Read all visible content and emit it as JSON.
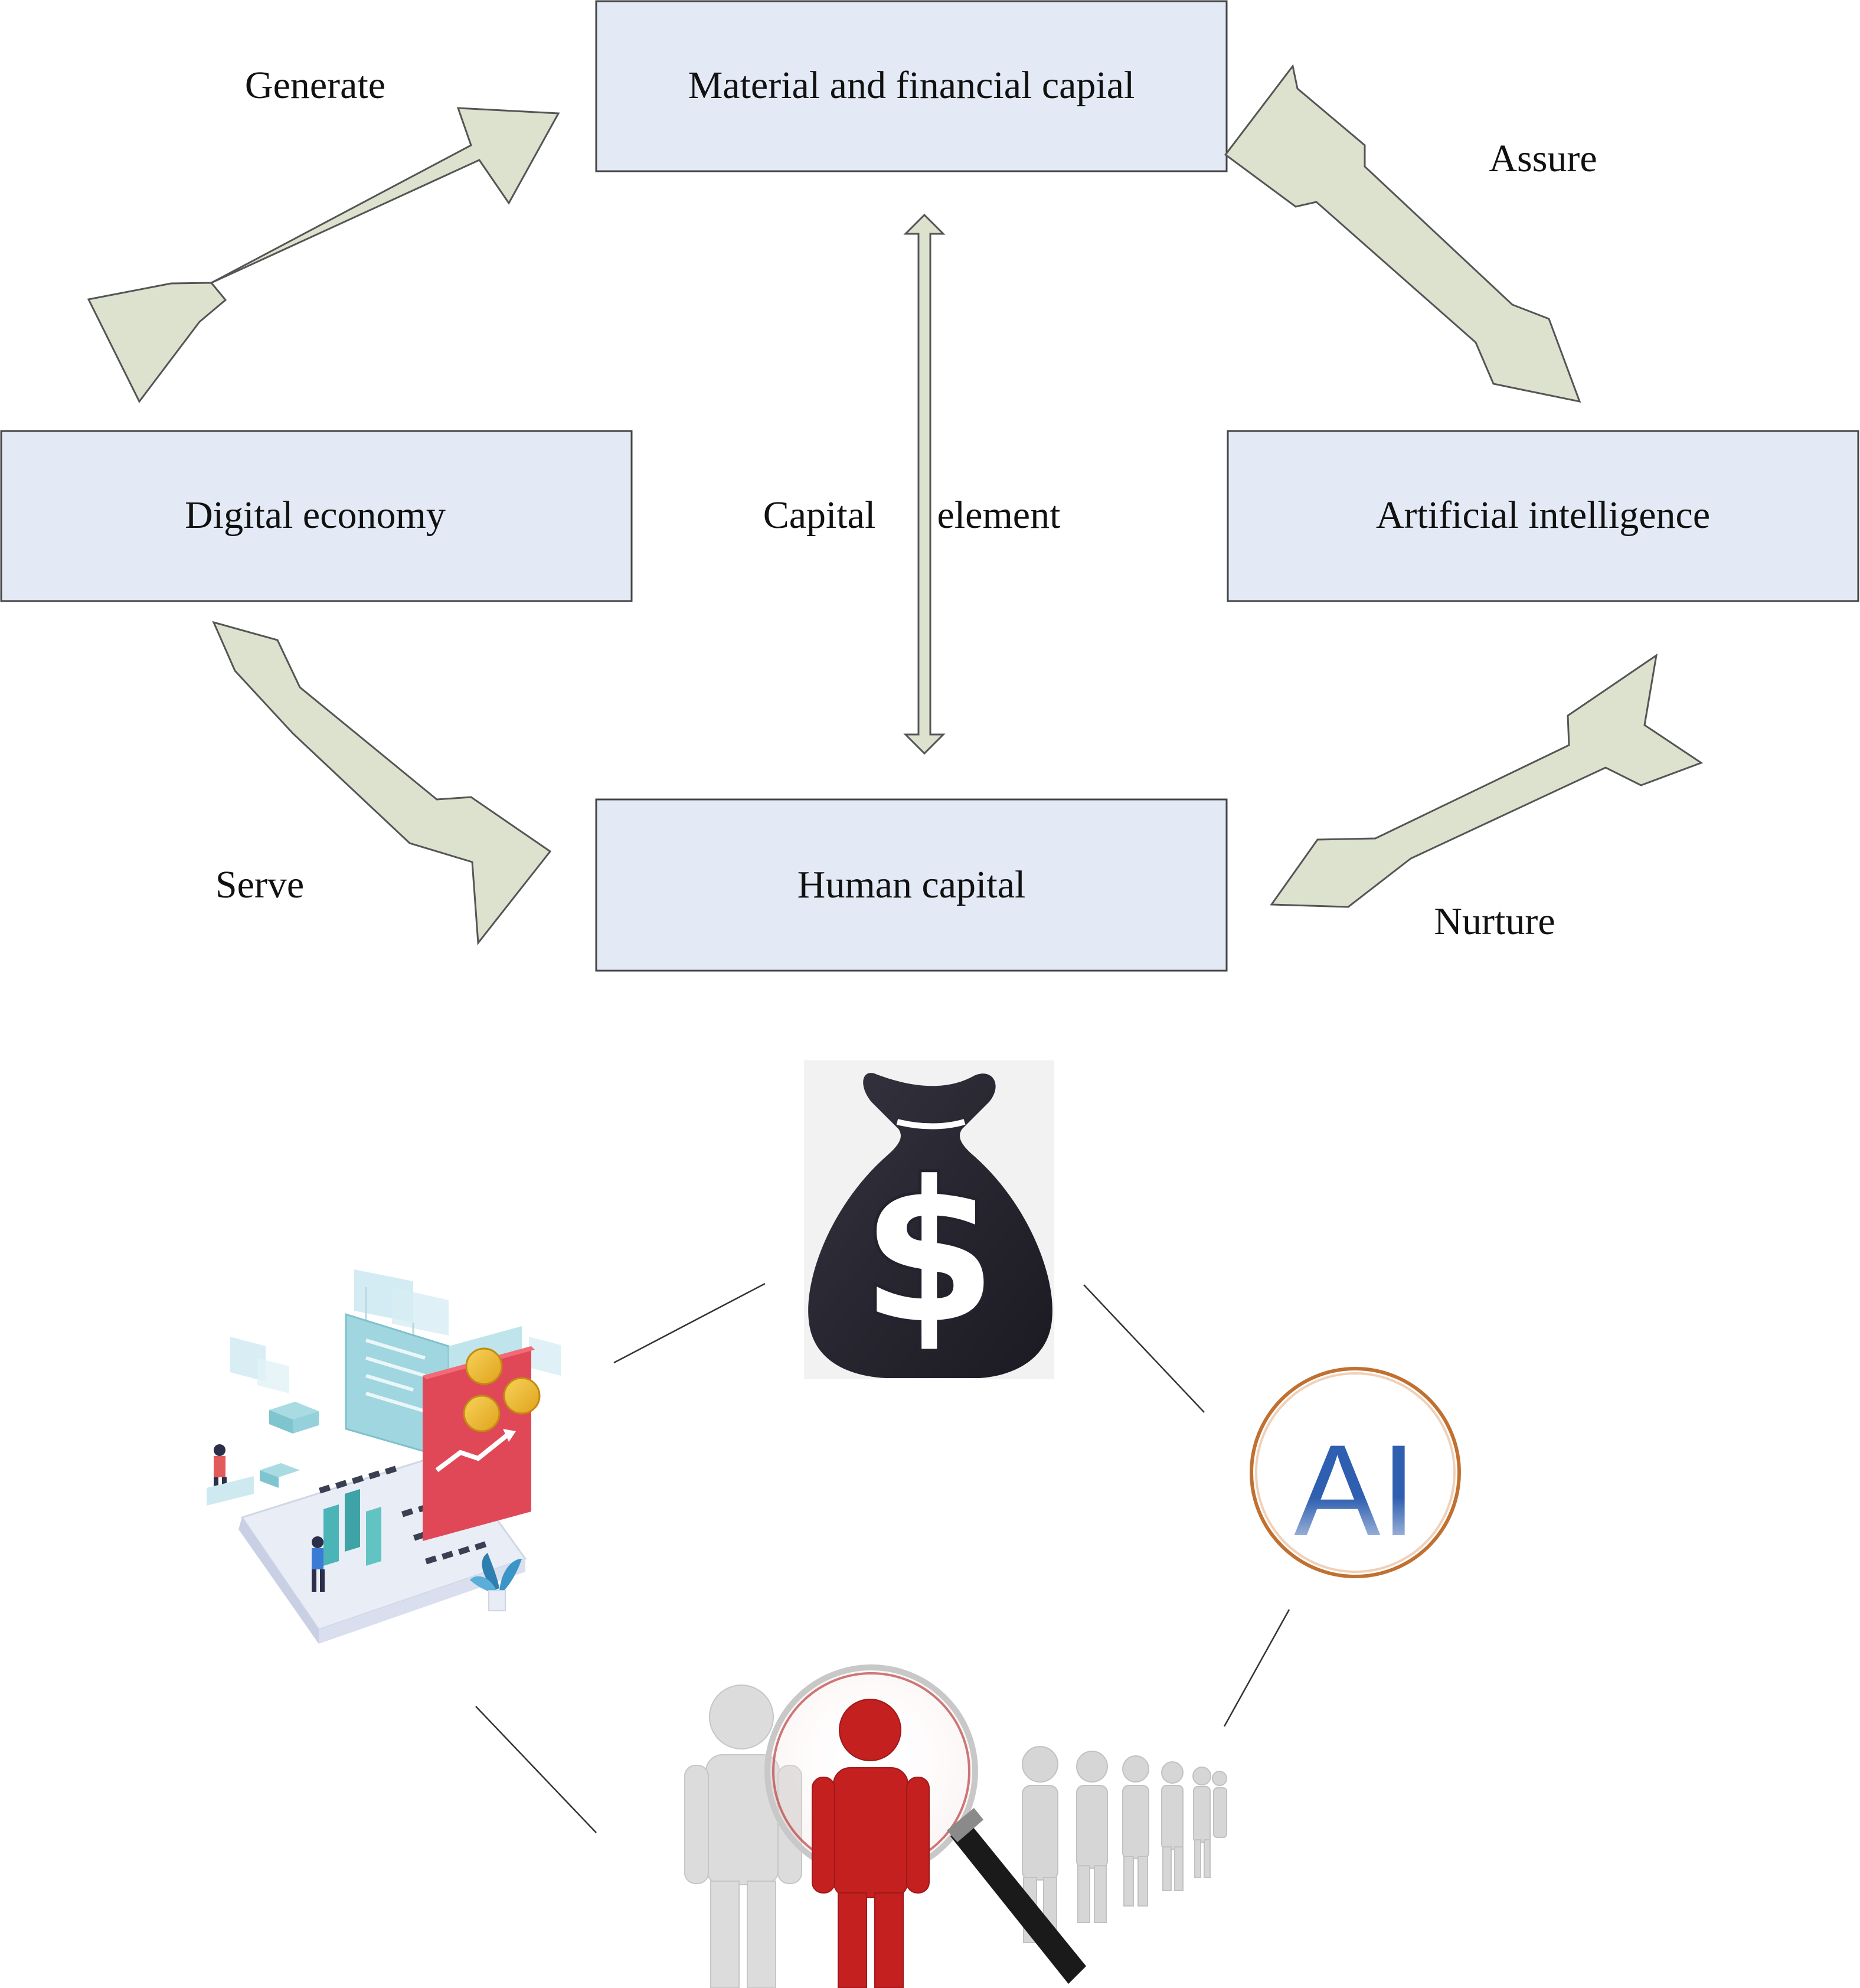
{
  "nodes": {
    "material": {
      "label": "Material and financial capial"
    },
    "digital": {
      "label": "Digital economy"
    },
    "ai": {
      "label": "Artificial intelligence"
    },
    "human": {
      "label": "Human capital"
    }
  },
  "edges": {
    "generate": {
      "label": "Generate"
    },
    "assure": {
      "label": "Assure"
    },
    "serve": {
      "label": "Serve"
    },
    "nurture": {
      "label": "Nurture"
    },
    "capital_element": {
      "label_left": "Capital",
      "label_right": "element"
    }
  },
  "icons": {
    "money_bag_symbol": "$",
    "ai_logo_text": "AI"
  },
  "colors": {
    "box_fill": "#e3eaf5",
    "box_stroke": "#444444",
    "arrow_fill": "#dde2cf",
    "arrow_stroke": "#555555",
    "bag_fill": "#23222d",
    "ai_ring": "#c07030",
    "ai_text": "#2f5fb0",
    "figure_red": "#c42020",
    "figure_grey": "#d8d8d8",
    "laptop_accent": "#e04858"
  }
}
